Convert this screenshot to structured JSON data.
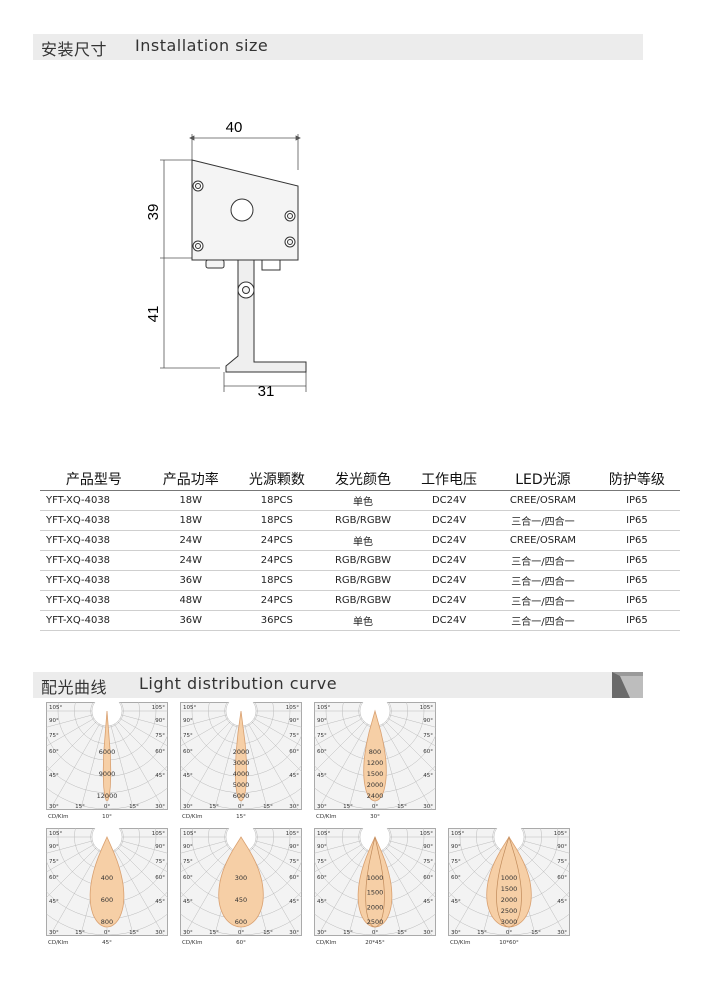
{
  "install": {
    "title_cn": "安装尺寸",
    "title_en": "Installation size"
  },
  "dims": {
    "top": "40",
    "upper_height": "39",
    "lower_height": "41",
    "bottom": "31"
  },
  "table": {
    "headers": [
      "产品型号",
      "产品功率",
      "光源颗数",
      "发光颜色",
      "工作电压",
      "LED光源",
      "防护等级"
    ],
    "rows": [
      [
        "YFT-XQ-4038",
        "18W",
        "18PCS",
        "单色",
        "DC24V",
        "CREE/OSRAM",
        "IP65"
      ],
      [
        "YFT-XQ-4038",
        "18W",
        "18PCS",
        "RGB/RGBW",
        "DC24V",
        "三合一/四合一",
        "IP65"
      ],
      [
        "YFT-XQ-4038",
        "24W",
        "24PCS",
        "单色",
        "DC24V",
        "CREE/OSRAM",
        "IP65"
      ],
      [
        "YFT-XQ-4038",
        "24W",
        "24PCS",
        "RGB/RGBW",
        "DC24V",
        "三合一/四合一",
        "IP65"
      ],
      [
        "YFT-XQ-4038",
        "36W",
        "18PCS",
        "RGB/RGBW",
        "DC24V",
        "三合一/四合一",
        "IP65"
      ],
      [
        "YFT-XQ-4038",
        "48W",
        "24PCS",
        "RGB/RGBW",
        "DC24V",
        "三合一/四合一",
        "IP65"
      ],
      [
        "YFT-XQ-4038",
        "36W",
        "36PCS",
        "单色",
        "DC24V",
        "三合一/四合一",
        "IP65"
      ]
    ]
  },
  "curves": {
    "title_cn": "配光曲线",
    "title_en": "Light distribution curve"
  },
  "chart_data": [
    {
      "type": "polar",
      "beam_deg": 10,
      "beam_label": "10°",
      "unit_label": "CD/Klm",
      "ring_labels": [
        "6000",
        "9000",
        "12000"
      ],
      "angle_labels": [
        "105°",
        "90°",
        "75°",
        "60°",
        "45°",
        "30°",
        "15°",
        "0°"
      ]
    },
    {
      "type": "polar",
      "beam_deg": 15,
      "beam_label": "15°",
      "unit_label": "CD/Klm",
      "ring_labels": [
        "2000",
        "3000",
        "4000",
        "5000",
        "6000"
      ],
      "angle_labels": [
        "105°",
        "90°",
        "75°",
        "60°",
        "45°",
        "30°",
        "15°",
        "0°"
      ]
    },
    {
      "type": "polar",
      "beam_deg": 30,
      "beam_label": "30°",
      "unit_label": "CD/Klm",
      "ring_labels": [
        "800",
        "1200",
        "1500",
        "2000",
        "2400"
      ],
      "angle_labels": [
        "105°",
        "90°",
        "75°",
        "60°",
        "45°",
        "30°",
        "15°",
        "0°"
      ]
    },
    {
      "type": "polar",
      "beam_deg": 45,
      "beam_label": "45°",
      "unit_label": "CD/Klm",
      "ring_labels": [
        "400",
        "600",
        "800"
      ],
      "angle_labels": [
        "105°",
        "90°",
        "75°",
        "60°",
        "45°",
        "30°",
        "15°",
        "0°"
      ]
    },
    {
      "type": "polar",
      "beam_deg": 60,
      "beam_label": "60°",
      "unit_label": "CD/Klm",
      "ring_labels": [
        "300",
        "450",
        "600"
      ],
      "angle_labels": [
        "105°",
        "90°",
        "75°",
        "60°",
        "45°",
        "30°",
        "15°",
        "0°"
      ]
    },
    {
      "type": "polar",
      "beam_deg": 45,
      "beam_label": "20*45°",
      "unit_label": "CD/Klm",
      "ring_labels": [
        "1000",
        "1500",
        "2000",
        "2500"
      ],
      "angle_labels": [
        "105°",
        "90°",
        "75°",
        "60°",
        "45°",
        "30°",
        "15°",
        "0°"
      ],
      "dual": true
    },
    {
      "type": "polar",
      "beam_deg": 60,
      "beam_label": "10*60°",
      "unit_label": "CD/Klm",
      "ring_labels": [
        "1000",
        "1500",
        "2000",
        "2500",
        "3000"
      ],
      "angle_labels": [
        "105°",
        "90°",
        "75°",
        "60°",
        "45°",
        "30°",
        "15°",
        "0°"
      ],
      "dual": true
    }
  ]
}
